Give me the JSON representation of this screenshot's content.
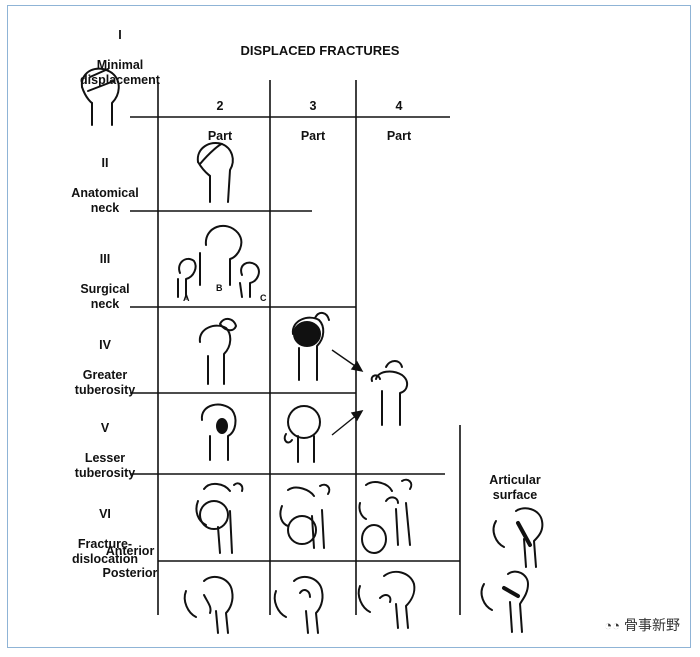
{
  "title": "DISPLACED FRACTURES",
  "columns": [
    {
      "num": "2",
      "word": "Part"
    },
    {
      "num": "3",
      "word": "Part"
    },
    {
      "num": "4",
      "word": "Part"
    }
  ],
  "rows": [
    {
      "num": "I",
      "label": "Minimal\ndisplacement"
    },
    {
      "num": "II",
      "label": "Anatomical\nneck"
    },
    {
      "num": "III",
      "label": "Surgical\nneck"
    },
    {
      "num": "IV",
      "label": "Greater\ntuberosity"
    },
    {
      "num": "V",
      "label": "Lesser\ntuberosity"
    },
    {
      "num": "VI",
      "label": "Fracture-\ndislocation"
    }
  ],
  "sublabels": {
    "anterior": "Anterior",
    "posterior": "Posterior"
  },
  "articular": "Articular\nsurface",
  "surgical_neck_letters": [
    "A",
    "B",
    "C"
  ],
  "watermark": "骨事新野"
}
